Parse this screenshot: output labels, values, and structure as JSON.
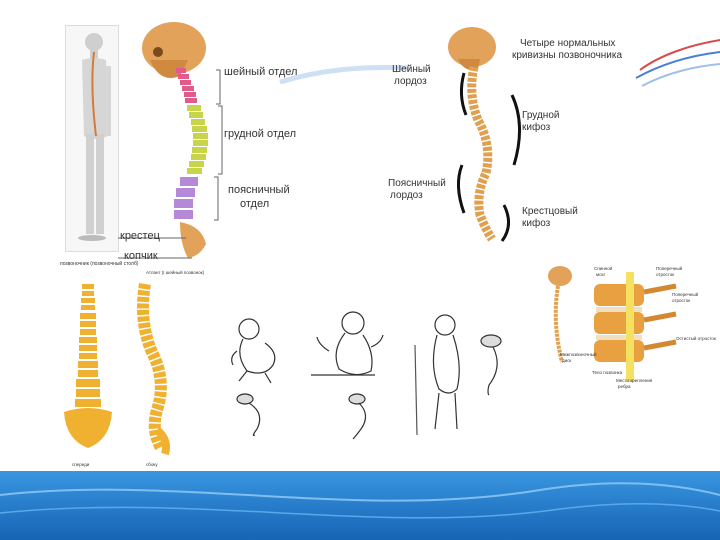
{
  "panel1": {
    "labels": {
      "cervical": "шейный отдел",
      "thoracic": "грудной отдел",
      "lumbar_1": "поясничный",
      "lumbar_2": "отдел",
      "sacrum": "крестец",
      "coccyx": "копчик"
    }
  },
  "panel2": {
    "title_1": "Четыре нормальных",
    "title_2": "кривизны позвоночника",
    "cervical_1": "Шейный",
    "cervical_2": "лордоз",
    "thoracic_1": "Грудной",
    "thoracic_2": "кифоз",
    "lumbar_1": "Поясничный",
    "lumbar_2": "лордоз",
    "sacral_1": "Крестцовый",
    "sacral_2": "кифоз"
  },
  "panel3": {
    "caption": "позвоночник (позвоночный столб)",
    "left_bottom": "спереди",
    "right_bottom": "сбоку",
    "atlas": "Атлант (I шейный позвонок)"
  },
  "panel5": {
    "spinous": "Остистый отросток",
    "transverse_1": "Поперечный",
    "transverse_2": "отросток",
    "canal_1": "Спинной",
    "canal_2": "мозг",
    "process_1": "Поперечный",
    "process_2": "отросток",
    "disc_1": "Межпозвоночный",
    "disc_2": "диск",
    "body_1": "Тело позвонка",
    "rib_1": "Место крепления",
    "rib_2": "ребра"
  },
  "colors": {
    "bone": "#e0a050",
    "cervical": "#e05a8a",
    "thoracic": "#c8d44a",
    "lumbar": "#b48ad8",
    "footer_blue": "#1f78c8"
  }
}
